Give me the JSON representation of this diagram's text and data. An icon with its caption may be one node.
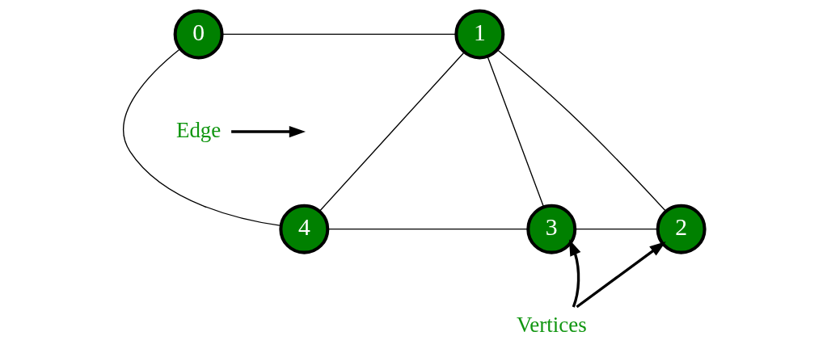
{
  "diagram": {
    "nodes": [
      {
        "text": [
          "0"
        ]
      },
      {
        "text": [
          "1"
        ]
      },
      {
        "text": [
          "2"
        ]
      },
      {
        "text": [
          "3"
        ]
      },
      {
        "text": [
          "4"
        ]
      },
      {
        "text": [
          "Edge"
        ]
      },
      {
        "text": [
          "Vertices"
        ]
      }
    ],
    "edges": [
      {
        "from": 0,
        "to": 1,
        "arrow": "none"
      },
      {
        "from": 0,
        "to": 4,
        "arrow": "none"
      },
      {
        "from": 1,
        "to": 2,
        "arrow": "none"
      },
      {
        "from": 1,
        "to": 4,
        "arrow": "none"
      },
      {
        "from": 1,
        "to": 3,
        "arrow": "none"
      },
      {
        "from": 4,
        "to": 3,
        "arrow": "none"
      },
      {
        "from": 3,
        "to": 2,
        "arrow": "none"
      },
      {
        "from": 5,
        "to": null,
        "arrow": "to",
        "style": "thick"
      },
      {
        "from": 6,
        "to": 3,
        "arrow": "to",
        "style": "thick"
      },
      {
        "from": 6,
        "to": 2,
        "arrow": "to",
        "style": "thick"
      }
    ]
  }
}
